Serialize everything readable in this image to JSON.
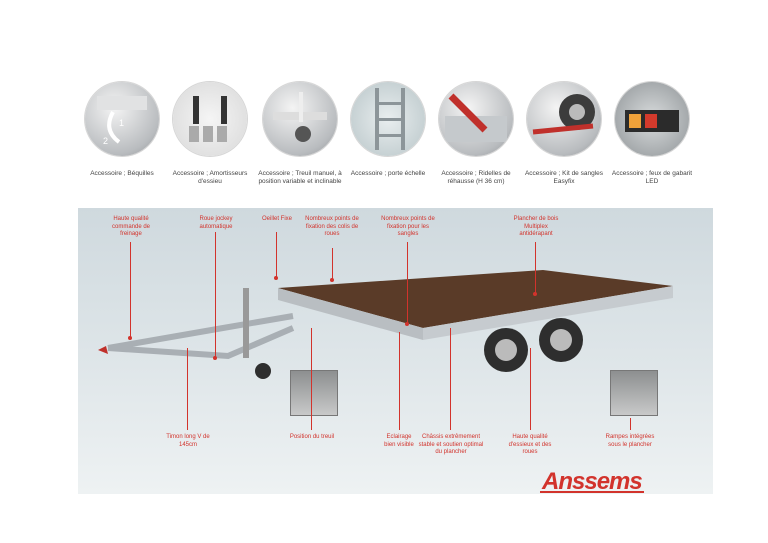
{
  "accessories": [
    {
      "caption": "Accessoire ; Béquilles",
      "icon": "jack-stand-icon"
    },
    {
      "caption": "Accessoire ; Amortisseurs d'essieu",
      "icon": "shock-absorber-icon"
    },
    {
      "caption": "Accessoire ; Treuil manuel, à position variable et inclinable",
      "icon": "winch-icon"
    },
    {
      "caption": "Accessoire ; porte échelle",
      "icon": "ladder-rack-icon"
    },
    {
      "caption": "Accessoire ; Ridelles de réhausse (H 36 cm)",
      "icon": "side-panel-icon"
    },
    {
      "caption": "Accessoire ; Kit de sangles Easyfix",
      "icon": "strap-kit-icon"
    },
    {
      "caption": "Accessoire ; feux de gabarit LED",
      "icon": "led-light-icon"
    }
  ],
  "callouts_top": [
    "Haute qualité commande de freinage",
    "Roue jockey automatique",
    "Oeillet Fixe",
    "Nombreux points de fixation des colis de roues",
    "Nombreux points de fixation pour les sangles",
    "Plancher de bois Multiplex antidérapant"
  ],
  "callouts_bottom": [
    "Timon long V de 145cm",
    "Position du treuil",
    "Eclairage bien visible",
    "Châssis extrêmement stable et soutien optimal du plancher",
    "Haute qualité d'essieux et des roues",
    "Rampes intégrées sous le plancher"
  ],
  "brand": "Anssems",
  "colors": {
    "accent": "#d2332c",
    "deck": "#5a3b28",
    "frame": "#b9bec2"
  }
}
